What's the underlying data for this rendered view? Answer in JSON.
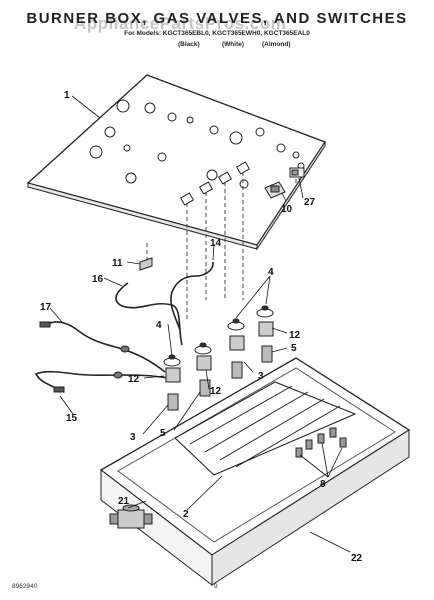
{
  "header": {
    "title": "BURNER BOX, GAS VALVES, AND SWITCHES",
    "models": "For Models: KGCT365EBL0, KGCT365EWH0, KGCT365EAL0",
    "colors": [
      "(Black)",
      "(White)",
      "(Almond)"
    ]
  },
  "watermark": "AppliancePartsPros.com",
  "callouts": [
    "1",
    "2",
    "3",
    "3",
    "4",
    "4",
    "5",
    "5",
    "8",
    "10",
    "11",
    "12",
    "12",
    "12",
    "14",
    "15",
    "16",
    "17",
    "21",
    "22",
    "27"
  ],
  "footer": {
    "code": "8962940",
    "page": "9"
  }
}
